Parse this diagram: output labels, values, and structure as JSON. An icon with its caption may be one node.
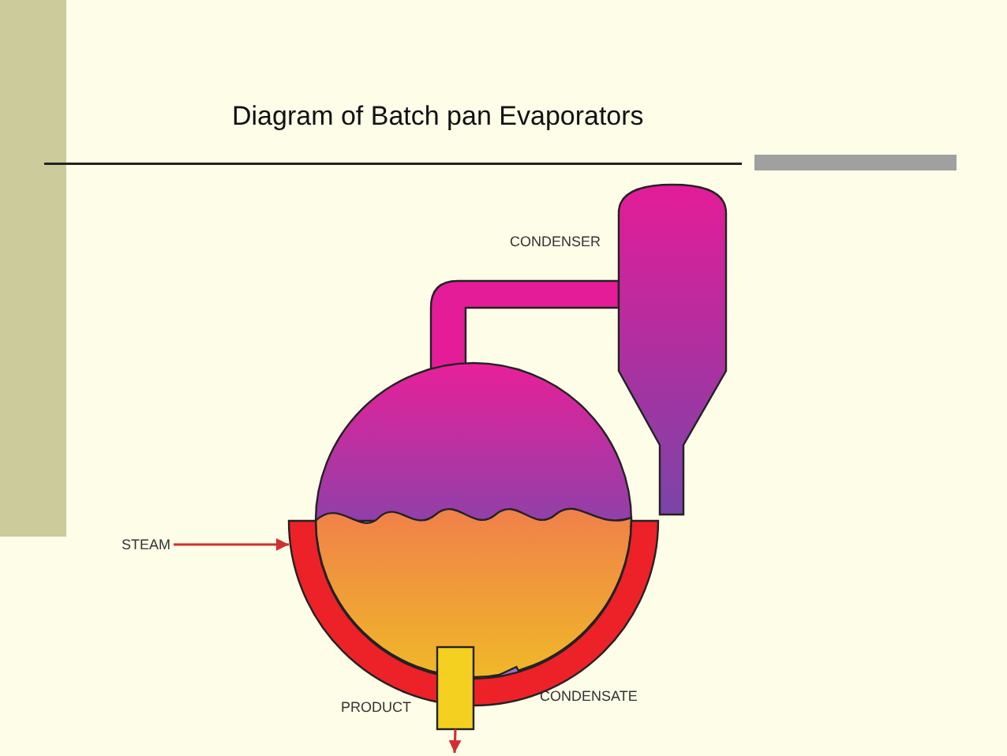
{
  "diagram": {
    "title": "Diagram of Batch pan Evaporators",
    "nodes": [
      {
        "text": [
          "STEAM"
        ]
      },
      {
        "text": [],
        "shape": "ring"
      },
      {
        "text": [],
        "shape": "box"
      }
    ],
    "edges": [
      {
        "from": 0,
        "to": 1,
        "arrow": "to",
        "color": "#d03030"
      },
      {
        "from": 2,
        "to": null,
        "arrow": "to",
        "color": "#d03030"
      }
    ],
    "labels": [
      "CONDENSER",
      "PRODUCT",
      "CONDENSATE"
    ]
  }
}
